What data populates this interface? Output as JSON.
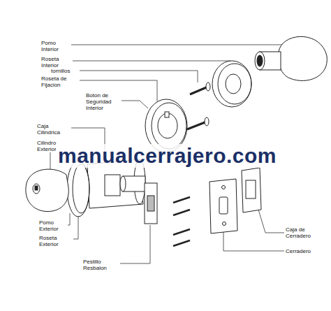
{
  "diagram": {
    "labels": [
      "Pomo Interior",
      "Roseta Interior",
      "tornillos",
      "Roseta de Fijacion",
      "Boton de Seguridad Interior",
      "Caja Cilindrica",
      "Cilindro Exterior",
      "Pomo Exterior",
      "Roseta Exterior",
      "Pestillo Resbalon",
      "Caja de Cerradero",
      "Cerradero",
      "manualcerrajero.com"
    ]
  }
}
